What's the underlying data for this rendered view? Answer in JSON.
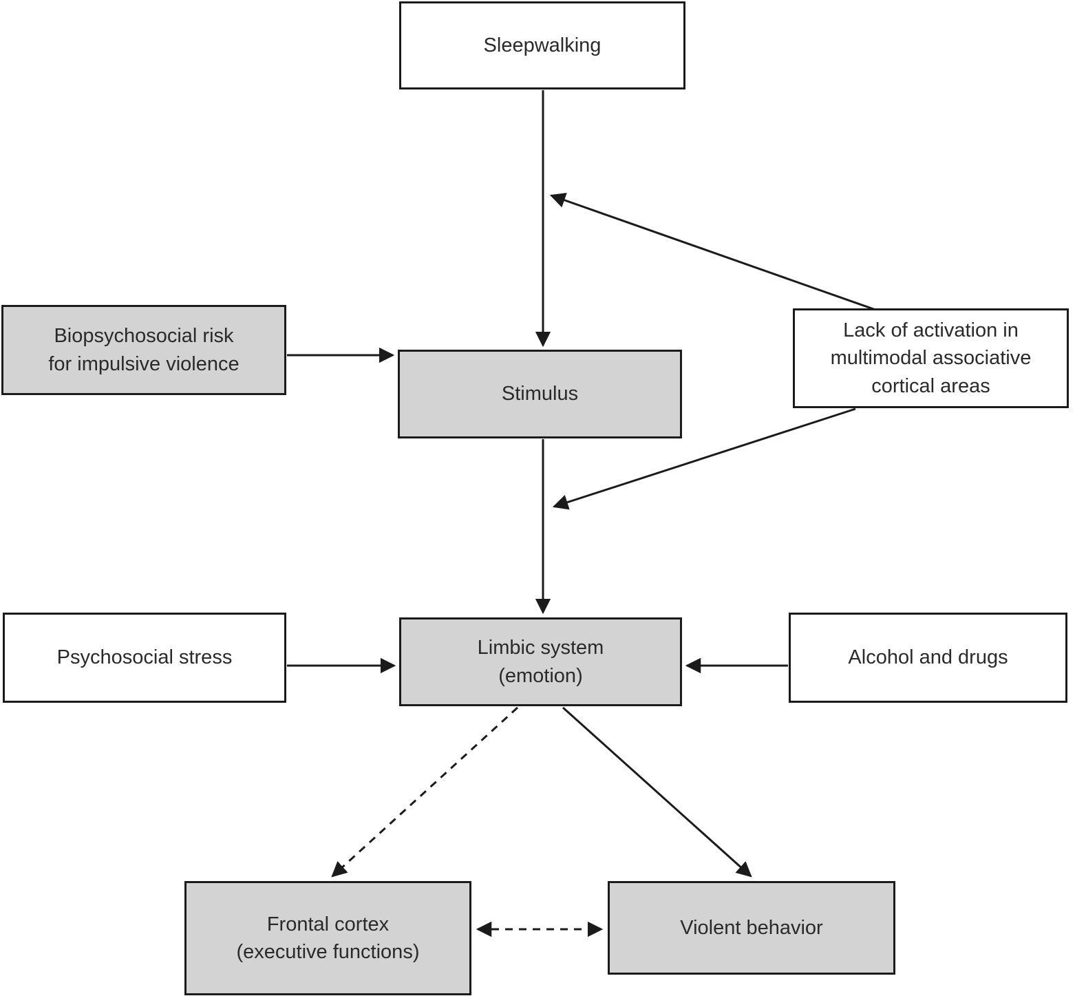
{
  "diagram": {
    "nodes": {
      "sleepwalking": {
        "label": "Sleepwalking",
        "fill": "white"
      },
      "biopsychosocial_risk": {
        "label": "Biopsychosocial risk\nfor impulsive violence",
        "fill": "gray"
      },
      "stimulus": {
        "label": "Stimulus",
        "fill": "gray"
      },
      "lack_of_activation": {
        "label": "Lack of activation in\nmultimodal associative\ncortical areas",
        "fill": "white"
      },
      "psychosocial_stress": {
        "label": "Psychosocial stress",
        "fill": "white"
      },
      "limbic_system": {
        "label": "Limbic system\n(emotion)",
        "fill": "gray"
      },
      "alcohol_and_drugs": {
        "label": "Alcohol and drugs",
        "fill": "white"
      },
      "frontal_cortex": {
        "label": "Frontal cortex\n(executive functions)",
        "fill": "gray"
      },
      "violent_behavior": {
        "label": "Violent behavior",
        "fill": "gray"
      }
    },
    "edges": [
      {
        "from": "sleepwalking",
        "to": "stimulus",
        "style": "solid",
        "direction": "forward"
      },
      {
        "from": "lack_of_activation",
        "to": "sleepwalking-stimulus-pathway",
        "style": "solid",
        "direction": "forward"
      },
      {
        "from": "lack_of_activation",
        "to": "stimulus-limbic-pathway",
        "style": "solid",
        "direction": "forward"
      },
      {
        "from": "biopsychosocial_risk",
        "to": "stimulus",
        "style": "solid",
        "direction": "forward"
      },
      {
        "from": "stimulus",
        "to": "limbic_system",
        "style": "solid",
        "direction": "forward"
      },
      {
        "from": "psychosocial_stress",
        "to": "limbic_system",
        "style": "solid",
        "direction": "forward"
      },
      {
        "from": "alcohol_and_drugs",
        "to": "limbic_system",
        "style": "solid",
        "direction": "forward"
      },
      {
        "from": "limbic_system",
        "to": "frontal_cortex",
        "style": "dashed",
        "direction": "forward"
      },
      {
        "from": "limbic_system",
        "to": "violent_behavior",
        "style": "solid",
        "direction": "forward"
      },
      {
        "from": "frontal_cortex",
        "to": "violent_behavior",
        "style": "dashed",
        "direction": "both"
      }
    ],
    "colors": {
      "node_fill_gray": "#d3d3d3",
      "node_fill_white": "#ffffff",
      "border": "#1b1b1b",
      "arrow": "#1b1b1b",
      "background": "#ffffff"
    }
  }
}
